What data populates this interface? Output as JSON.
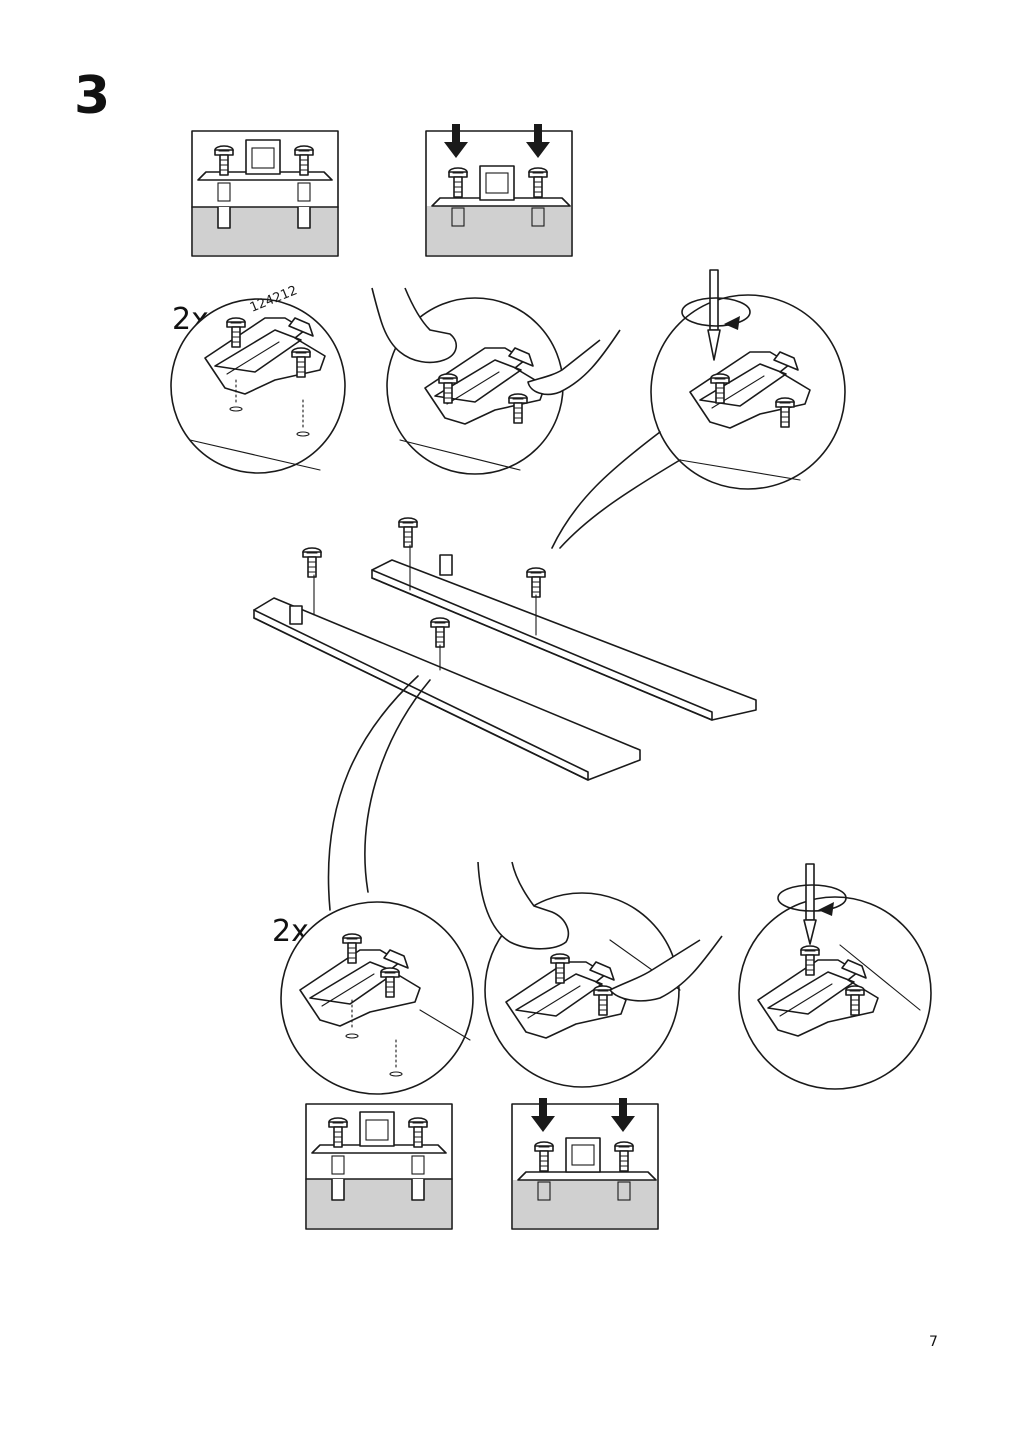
{
  "step": {
    "number": "3"
  },
  "quantities": {
    "top": "2x",
    "bottom": "2x"
  },
  "part": {
    "code": "124212"
  },
  "page": {
    "number": "7"
  },
  "colors": {
    "ink": "#1a1a1a",
    "surface_grey": "#d0d0d0",
    "paper": "#ffffff"
  },
  "icons": [
    "down-arrow-icon",
    "rotate-arrow-icon",
    "screwdriver-icon",
    "hand-icon"
  ]
}
